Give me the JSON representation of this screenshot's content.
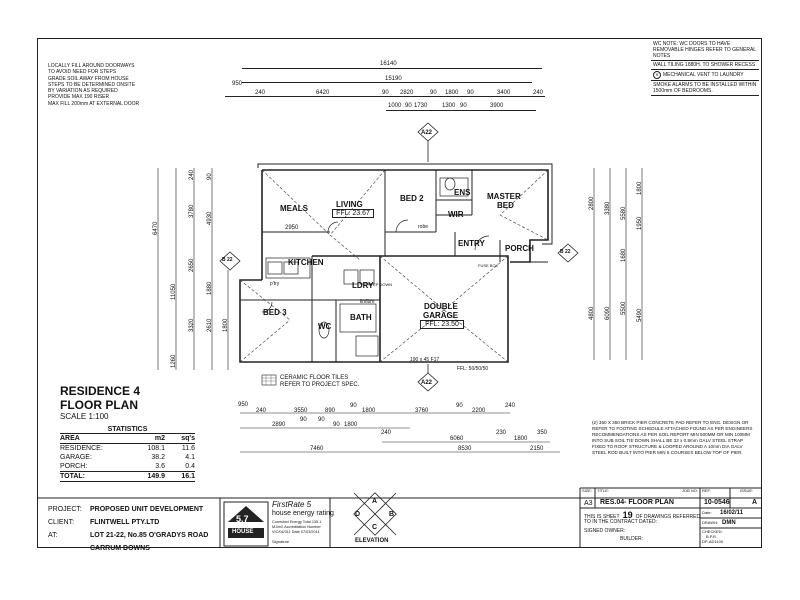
{
  "notes_top_left": [
    "LOCALLY FILL AROUND DOORWAYS",
    "TO AVOID NEED FOR STEPS",
    "GRADE SOIL AWAY FROM HOUSE",
    "STEPS TO BE DETERMINED ONSITE",
    "BY VARIATION AS REQUIRED",
    "PROVIDE MAX 190 RISER",
    "MAX FILL 200mm AT EXTERNAL DOOR"
  ],
  "notes_top_right": {
    "wc": "WC NOTE: WC DOORS TO HAVE REMOVABLE HINGES REFER TO GENERAL NOTES",
    "tiling": "WALL TILING 1880H. TO SHOWER RECESS",
    "vent": "MECHANICAL VENT TO LAUNDRY",
    "smoke": "SMOKE ALARMS TO BE INSTALLED WITHIN 1500mm OF BEDROOMS."
  },
  "top_dims": {
    "overall": "16140",
    "inner": "15190",
    "row1": [
      "950",
      "240",
      "6420",
      "90",
      "2820",
      "90",
      "1800",
      "90",
      "3400",
      "240"
    ],
    "row2": [
      "1000",
      "90",
      "1730",
      "1300",
      "90",
      "3900"
    ]
  },
  "rooms": {
    "meals": "MEALS",
    "living": "LIVING",
    "ffl_living": "FFL: 23.67",
    "bed2": "BED 2",
    "ens": "ENS",
    "wir": "WIR",
    "master": "MASTER",
    "bed": "BED",
    "entry": "ENTRY",
    "porch": "PORCH",
    "kitchen": "KITCHEN",
    "ldry": "LDRY",
    "bath": "BATH",
    "bed3": "BED 3",
    "wc": "WC",
    "garage1": "DOUBLE",
    "garage2": "GARAGE",
    "ffl_garage": "FFL: 23.50",
    "robe": "robe",
    "linen": "lin/lbm",
    "step": "STEP DOWN",
    "fuse": "FUSE BOX",
    "pantry": "p'try",
    "dim_2950": "2950",
    "beam": "190 x 45 F17",
    "ffl_garage_slab": "FFL: 50/50/50"
  },
  "section_marks": [
    "A22",
    "A22",
    "B 22",
    "B 22"
  ],
  "left_dims": [
    "6470",
    "11050",
    "3780",
    "4930",
    "2650",
    "1880",
    "3320",
    "2610",
    "1800",
    "1260",
    "240",
    "90"
  ],
  "right_dims": [
    "2800",
    "3380",
    "5580",
    "1800",
    "1950",
    "1680",
    "4800",
    "6090",
    "5500",
    "5490"
  ],
  "legend": "CERAMIC FLOOR TILES REFER TO PROJECT SPEC.",
  "title": {
    "line1": "RESIDENCE 4",
    "line2": "FLOOR PLAN",
    "scale": "SCALE 1:100"
  },
  "statistics": {
    "heading": "STATISTICS",
    "headers": [
      "AREA",
      "m2",
      "sq's"
    ],
    "rows": [
      [
        "RESIDENCE:",
        "108.1",
        "11.6"
      ],
      [
        "GARAGE:",
        "38.2",
        "4.1"
      ],
      [
        "PORCH:",
        "3.6",
        "0.4"
      ]
    ],
    "total": [
      "TOTAL:",
      "149.9",
      "16.1"
    ]
  },
  "bottom_dims": {
    "row1": [
      "950",
      "240",
      "3550",
      "890",
      "90",
      "1800",
      "3760",
      "90",
      "2200",
      "240"
    ],
    "row2": [
      "2890",
      "90",
      "90",
      "90",
      "1800"
    ],
    "row3": [
      "240",
      "6060",
      "230",
      "1800",
      "350"
    ],
    "row4": [
      "7460",
      "8530",
      "2150"
    ]
  },
  "pier_note": "(2) 350 X 350 BRICK PIER CONCRETE PAD REFER TO ENG. DESIGN OR REFER TO FOOTING SCHEDULE ATTACHED FOUND AS PER ENGINEERS RECOMMENDATIONS AS PER SOIL REPORT MIN 500MM OR MIN 100MM INTO SUB SOIL TIE DOWN SHALL BE 32 x 0.8mm GALV STEEL STRAP FIXED TO ROOF STRUCTURE & LOOPED AROUND A 10mm DIA GALV STEEL ROD BUILT INTO PIER MIN 6 COURSES BELOW TOP OF PIER.",
  "project": {
    "project_label": "PROJECT:",
    "project_value": "PROPOSED UNIT DEVELOPMENT",
    "client_label": "CLIENT:",
    "client_value": "FLINTWELL PTY.LTD",
    "at_label": "AT:",
    "at_value1": "LOT 21-22, No.85 O'GRADYS ROAD",
    "at_value2": "CARRUM DOWNS"
  },
  "energy": {
    "stars": "5.7",
    "brand": "FirstRate 5",
    "subtitle": "house energy rating",
    "house": "HOUSE",
    "details": "Corrected Energy Total 135.1 MJ/m2  Accreditation Number VIC/04/311  Date 07/03/2011",
    "signature": "Signature"
  },
  "elevation": {
    "a": "A",
    "b": "B",
    "c": "C",
    "d": "D",
    "label": "ELEVATION"
  },
  "titleblock": {
    "size_label": "SIZE:",
    "size": "A3",
    "title_label": "TITLE:",
    "title": "RES.04- FLOOR PLAN",
    "job_label": "JOB NO:",
    "ref_label": "REF:",
    "ref": "10-0546",
    "issue_label": "ISSUE:",
    "issue": "A",
    "sheet_text": "THIS IS SHEET",
    "sheet_no": "19",
    "sheet_rest": "OF DRAWINGS REFERRED",
    "contract": "TO IN THE CONTRACT DATED:",
    "owner": "SIGNED OWNER:",
    "builder": "BUILDER:",
    "date_label": "Date:",
    "date": "16/02/11",
    "drawn_label": "DRAWN:",
    "drawn": "DMN",
    "checked_label": "CHECKED:",
    "checked": "B.P.R.",
    "dp": "DP-AD1100"
  }
}
